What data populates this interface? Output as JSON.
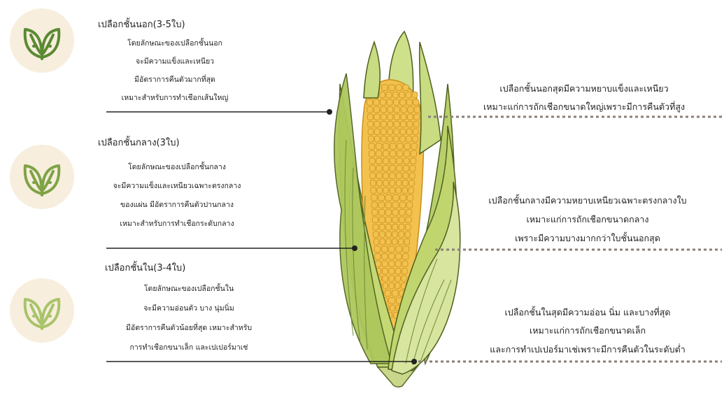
{
  "layers": [
    {
      "title": "เปลือกชั้นนอก(3-5ใบ)",
      "description": [
        "โดยลักษณะของเปลือกชั้นนอก",
        "จะมีความแข็งและเหนียว",
        "มีอัตราการคืนตัวมากที่สุด",
        "เหมาะสำหรับการทำเชือกเส้นใหญ่"
      ],
      "note": [
        "เปลือกชั้นนอกสุดมีความหยาบแข็งและเหนียว",
        "เหมาะแก่การถักเชือกขนาดใหญ่เพราะมีการคืนตัวที่สูง"
      ],
      "icon": "leaf-icon",
      "icon_color": "#5a8a33"
    },
    {
      "title": "เปลือกชั้นกลาง(3ใบ)",
      "description": [
        "โดยลักษณะของเปลือกชั้นกลาง",
        "จะมีความแข็งและเหนียวเฉพาะตรงกลาง",
        "ของแผ่น มีอัตราการคืนตัวปานกลาง",
        "เหมาะสำหรับการทำเชือกระดับกลาง"
      ],
      "note": [
        "เปลือกชั้นกลางมีความหยาบเหนียวเฉพาะตรงกลางใบ",
        "เหมาะแก่การถักเชือกขนาดกลาง",
        "เพราะมีความบางมากกว่าใบชั้นนอกสุด"
      ],
      "icon": "leaf-icon",
      "icon_color": "#7ea346"
    },
    {
      "title": "เปลือกชั้นใน(3-4ใบ)",
      "description": [
        "โดยลักษณะของเปลือกชั้นใน",
        "จะมีความอ่อนตัว บาง นุ่มนิ่ม",
        "มีอัตราการคืนตัวน้อยที่สุด เหมาะสำหรับ",
        "การทำเชือกขนาเล็ก และเปเปอร์มาเช่"
      ],
      "note": [
        "เปลือกชั้นในสุดมีความอ่อน นิ่ม และบางที่สุด",
        "เหมาะแก่การถักเชือกขนาดเล็ก",
        "และการทำเปเปอร์มาเช่เพราะมีการคืนตัวในระดับต่ำ"
      ],
      "icon": "leaf-icon",
      "icon_color": "#a8c46a"
    }
  ],
  "colors": {
    "icon_bg": "#f7eedd",
    "husk_outer": "#a9c45a",
    "husk_light": "#d5e39a",
    "kernel": "#f2c14e",
    "kernel_edge": "#c98f1e",
    "line": "#222222",
    "dotted": "#8a7f77"
  },
  "illustration": "corn-cob-illustration"
}
